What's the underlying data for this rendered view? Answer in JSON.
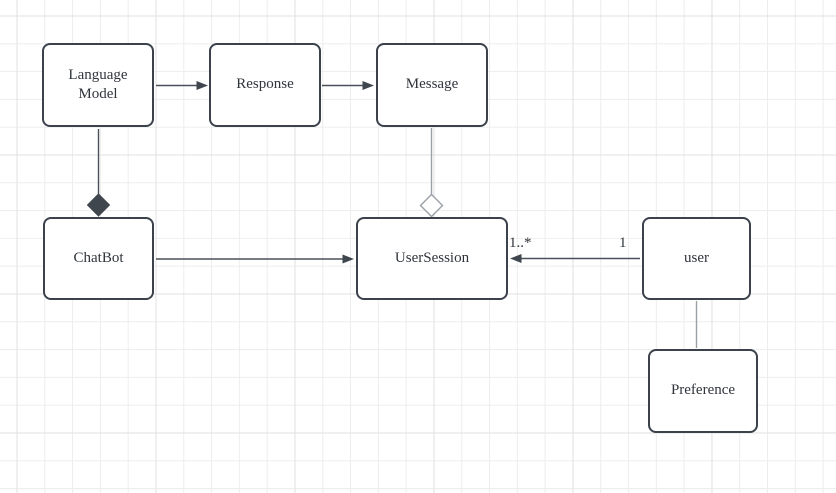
{
  "canvas": {
    "background_color": "#ffffff",
    "grid_minor_color": "#ededed",
    "grid_major_color": "#e1e1e1"
  },
  "colors": {
    "node_border": "#3b424c",
    "node_fill": "#ffffff",
    "node_text": "#30353c",
    "connector_dark": "#4a505a",
    "connector_light": "#9aa0a6",
    "arrowhead_fill": "#3f464e",
    "composition_diamond_fill": "#3f464e",
    "aggregation_diamond_fill": "#ffffff"
  },
  "nodes": {
    "language_model": {
      "label": "Language Model"
    },
    "response": {
      "label": "Response"
    },
    "message": {
      "label": "Message"
    },
    "chatbot": {
      "label": "ChatBot"
    },
    "user_session": {
      "label": "UserSession"
    },
    "user": {
      "label": "user"
    },
    "preference": {
      "label": "Preference"
    }
  },
  "edges": [
    {
      "from": "language_model",
      "to": "response",
      "type": "directed-arrow"
    },
    {
      "from": "response",
      "to": "message",
      "type": "directed-arrow"
    },
    {
      "from": "language_model",
      "to": "chatbot",
      "type": "composition",
      "diamond_at": "chatbot"
    },
    {
      "from": "message",
      "to": "user_session",
      "type": "aggregation",
      "diamond_at": "user_session"
    },
    {
      "from": "chatbot",
      "to": "user_session",
      "type": "directed-arrow"
    },
    {
      "from": "user",
      "to": "user_session",
      "type": "directed-arrow",
      "source_label": "1",
      "target_label": "1..*"
    },
    {
      "from": "user",
      "to": "preference",
      "type": "line"
    }
  ]
}
